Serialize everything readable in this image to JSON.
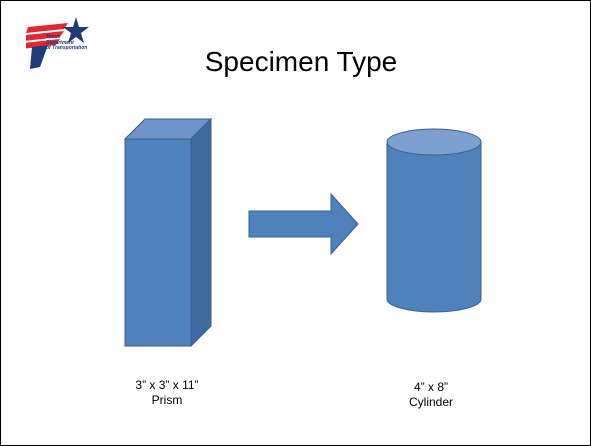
{
  "logo": {
    "icon": "txdot-star-flag-icon",
    "lines": [
      "Texas",
      "Department",
      "of Transportation"
    ],
    "colors": {
      "red": "#e0282e",
      "blue": "#1f3a7a"
    }
  },
  "title": "Specimen Type",
  "prism": {
    "dimensions": "3” x 3” x 11”",
    "name": "Prism"
  },
  "cylinder": {
    "dimensions": "4” x 8”",
    "name": "Cylinder"
  },
  "colors": {
    "fill": "#4f81bd",
    "front": "#4f81bd",
    "side": "#3f6aa0",
    "top": "#6f94c8",
    "cylinder_top": "#7ea0cf",
    "stroke": "#3a5f8f"
  }
}
